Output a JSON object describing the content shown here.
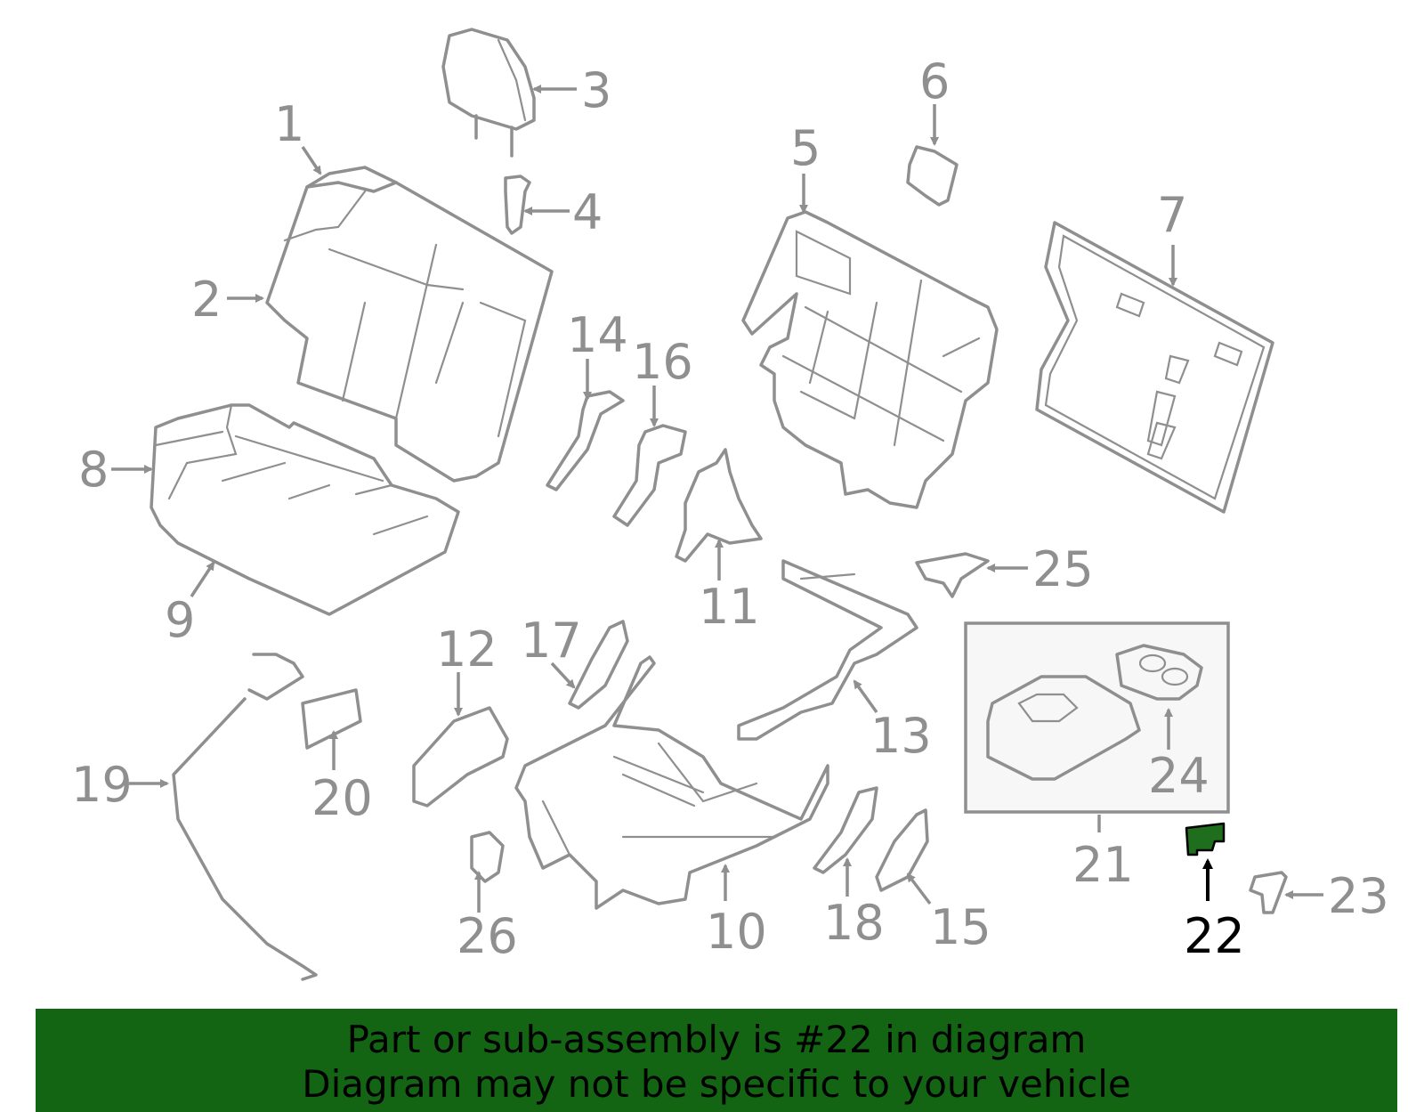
{
  "diagram": {
    "callouts": [
      "1",
      "2",
      "3",
      "4",
      "5",
      "6",
      "7",
      "8",
      "9",
      "10",
      "11",
      "12",
      "13",
      "14",
      "15",
      "16",
      "17",
      "18",
      "19",
      "20",
      "21",
      "22",
      "23",
      "24",
      "25",
      "26"
    ],
    "highlighted_part": "22",
    "colors": {
      "line": "#8f8f8f",
      "highlight_fill": "#1e6e1e",
      "highlight_label": "#000000",
      "banner_bg": "#136413",
      "inset_bg": "#f7f7f7"
    }
  },
  "banner": {
    "line1": "Part or sub-assembly is #22 in diagram",
    "line2": "Diagram may not be specific to your vehicle"
  }
}
